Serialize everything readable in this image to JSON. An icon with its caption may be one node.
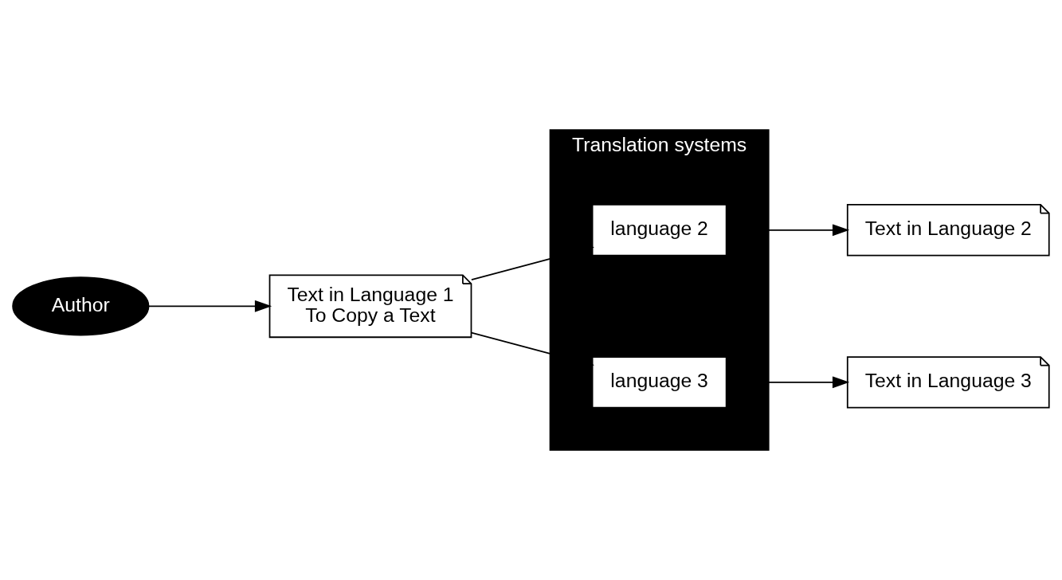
{
  "diagram": {
    "nodes": [
      {
        "text": [
          "Author"
        ]
      },
      {
        "text": [
          "Text in Language 1",
          "To Copy a Text"
        ]
      },
      {
        "text": [
          "Translation systems"
        ]
      },
      {
        "text": [
          "language 2"
        ],
        "in": 2
      },
      {
        "text": [
          "language 3"
        ],
        "in": 2
      },
      {
        "text": [
          "Text in Language 2"
        ]
      },
      {
        "text": [
          "Text in Language 3"
        ]
      }
    ],
    "edges": [
      {
        "from": 0,
        "to": 1,
        "arrow": "to"
      },
      {
        "from": 1,
        "to": 3,
        "arrow": "to"
      },
      {
        "from": 1,
        "to": 4,
        "arrow": "to"
      },
      {
        "from": 3,
        "to": 5,
        "arrow": "to"
      },
      {
        "from": 4,
        "to": 6,
        "arrow": "to"
      }
    ]
  }
}
